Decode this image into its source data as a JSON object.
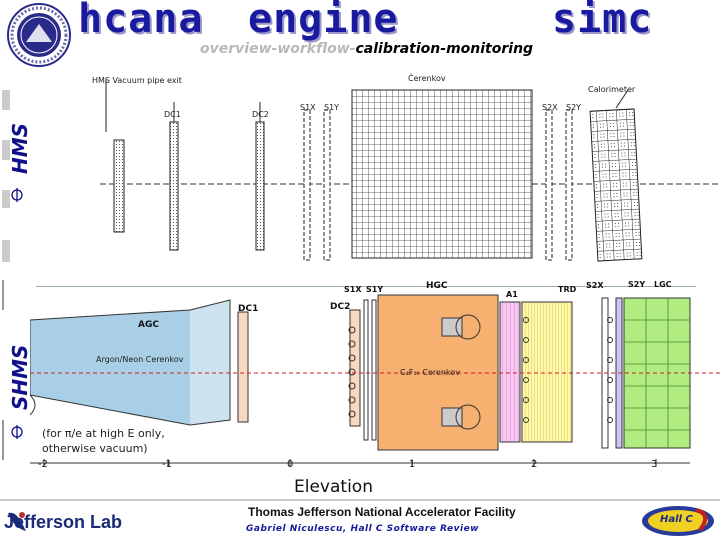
{
  "header": {
    "left_title": "hcana",
    "center_title": "engine",
    "right_title": "simc",
    "subtitle_parts": [
      {
        "text": "overview-",
        "active": false
      },
      {
        "text": "workflow-",
        "active": false
      },
      {
        "text": "calibration-",
        "active": true
      },
      {
        "text": "monitoring",
        "active": true
      }
    ]
  },
  "sidebar": {
    "hms_label": "HMS",
    "shms_label": "SHMS"
  },
  "hms": {
    "labels": {
      "pipe_exit": "HMS Vacuum pipe exit",
      "dc1": "DC1",
      "dc2": "DC2",
      "s1x": "S1X",
      "s1y": "S1Y",
      "cerenkov": "Čerenkov",
      "s2x": "S2X",
      "s2y": "S2Y",
      "calorimeter": "Calorimeter"
    }
  },
  "shms": {
    "labels": {
      "agc": "AGC",
      "gas": "Argon/Neon   Cerenkov",
      "note_line1": "(for π/e at high E only,",
      "note_line2": "otherwise vacuum)",
      "dc1": "DC1",
      "dc2": "DC2",
      "s1x": "S1X",
      "s1y": "S1Y",
      "hgc": "HGC",
      "c4f10": "C₄F₁₀ Cerenkov",
      "a1": "A1",
      "trd": "TRD",
      "s2x": "S2X",
      "s2y": "S2Y",
      "lgc": "LGC"
    },
    "axis_ticks": [
      "-2",
      "-1",
      "0",
      "1",
      "2",
      "3"
    ],
    "axis_title": "Elevation"
  },
  "footer": {
    "facility": "Thomas Jefferson National Accelerator Facility",
    "review": "Gabriel Niculescu, Hall C Software Review",
    "lab_name": "Jefferson Lab",
    "hallc_logo": "Hall C"
  },
  "colors": {
    "title_blue": "#1a1aa0",
    "hgc_orange": "#f6b070",
    "a1_pink": "#f4c0f0",
    "trd_yellow": "#fff7a0",
    "lgc_green": "#b0ec80",
    "gas_blue": "#a8cfe6",
    "beam_red": "#d02020"
  }
}
